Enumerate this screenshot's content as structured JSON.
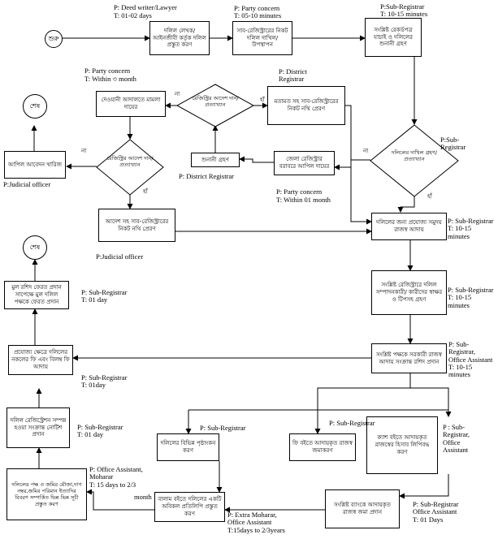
{
  "nodes": {
    "start": "শুরু",
    "deed_prep": "দলিল লেখক/ আইনজীবী কর্তৃক দলিল প্রস্তুত করণ",
    "submit_deed": "সাব-রেজিস্ট্রারের নিকট দলিল দাখিল/ উপস্থাপন",
    "check_records": "সংশ্লিষ্ট রেকর্ডপত্র যাচাই ও দলিলের শুনানী গ্রহণ",
    "decision_accept": "দলিলের দাখিল গ্রহণ/ প্রত্যাখ্যান",
    "file_case": "দেওয়ানী আদালতে মামলা দায়ের",
    "decision_district": "রেজিস্ট্রির আদেশ দান/প্রত্যাখ্যান",
    "send_with_opinion": "মতামত সহ সাব-রেজিস্ট্রারের নিকট নথি প্রেরণ",
    "end_top": "শেষ",
    "reject_appeal": "আপিল আবেদন খারিজ",
    "decision_court": "রেজিস্ট্রির আদেশ দান/প্রত্যাখ্যান",
    "appeal_district": "জেলা রেজিস্ট্রার বরাবরে আপিল দায়ের",
    "hearing": "শুনানী গ্রহণ",
    "send_order": "আদেশ সহ সাব-রেজিস্ট্রারের নিকট নথি প্রেরণ",
    "collect_revenue": "দলিলের জন্য প্রযোজ্য সমুদয় রাজস্ব আদায়",
    "signature": "সংশ্লিষ্ট রেজিস্ট্রারে দলিল সম্পাদনকারী/ কারীদের স্বাক্ষর ও টিপসহ গ্রহণ",
    "receipt": "সংশ্লিষ্ট পক্ষকে সরকারী রাজস্ব আদায় সংক্রান্ত রশিদ প্রদান",
    "end_bottom": "শেষ",
    "return_deed": "মুল রশিদ ফেরত প্রদান সাপেক্ষে মুল দলিল পক্ষকে ফেরত প্রদান",
    "late_fee": "প্রযোজ্য ক্ষেত্রে দলিলের নকলের ফি এবং বিলম্ব ফি আদায়",
    "notice": "দলিল রেজিস্ট্রেশন সম্পন্ন হওয়া সংক্রান্ত নোটিশ প্রদান",
    "index_list": "দলিলের পক্ষ ও জমির মৌজা,দাগ নম্বর,জমির পরিমান ইত্যাদির বিবরণ সম্পর্কিত ভিন্ন ভিন্ন সূচী প্রস্তুত করণ",
    "endorse": "দলিলের বিভিন্ন পৃষ্ঠাংকন করণ",
    "fee_deposit": "ফি বইতে আদায়কৃত রাজস্ব জমাকরণ",
    "cash_book": "ক্যাশ বইতে আদায়কৃত রাজস্বের হিসাব লিপিবদ্ধ করণ",
    "volume_copy": "বালাম বইতে দলিলের একটি অবিকল প্রতিলিপি প্রস্তুত করণ",
    "bank_deposit": "সংশ্লিষ্ট ব্যাংকে আদায়কৃত রাজস্ব জমা প্রদান"
  },
  "branch_labels": {
    "no": "না",
    "yes": "হাঁ"
  },
  "annotations": {
    "deed_prep_p": "P: Deed writer/Lawyer",
    "deed_prep_t": "T: 01-02 days",
    "submit_p": "P: Party concern",
    "submit_t": "T: 05-10 minutes",
    "check_p": "P:Sub-Registrar",
    "check_t": "T: 10-15 minutes",
    "case_p": "P: Party concern",
    "case_t": "T: Within ৩ month",
    "district_p": "P: District\nRegistrar",
    "accept_p": "P:Sub-\nRegistrar",
    "judicial_left": "P:Judicial officer",
    "district_hearing": "P: District Registrar",
    "appeal_p": "P: Party concern",
    "appeal_t": "T: Within 01 month",
    "judicial_bottom": "P:Judicial officer",
    "collect_pt": "P: Sub-Registrar\nT: 10-15\nminutes",
    "signature_pt": "P: Sub-Registrar\nT: 10-15\nminutes",
    "return_pt": "P: Sub-Registrar\nT: 01 day",
    "receipt_pt": "P: Sub-\nRegistrar,\nOffice Assistant\nT: 10-15\nminutes",
    "late_fee_pt": "P: Sub-Registrar\nT: 01day",
    "endorse_p": "P: Sub-Registrar",
    "fee_p": "P: Sub-Registrar",
    "cash_p": "P : Sub-\nRegistrar,\nOffice\nAssistant",
    "notice_pt": "P: Sub-Registrar\nT: 01 day",
    "index_pt": "P: Office Assistant,\nMoharar\nT: 15 days to 2/3",
    "index_month": "month",
    "volume_pt": "P: Extra Moharar,\nOffice Assistant\nT:15days to 2/3years",
    "bank_pt": "P: Sub-Registrar\nOffice Assistant\nT: 01 Days"
  },
  "colors": {
    "line": "#000000",
    "box_fill": "#ffffff"
  }
}
